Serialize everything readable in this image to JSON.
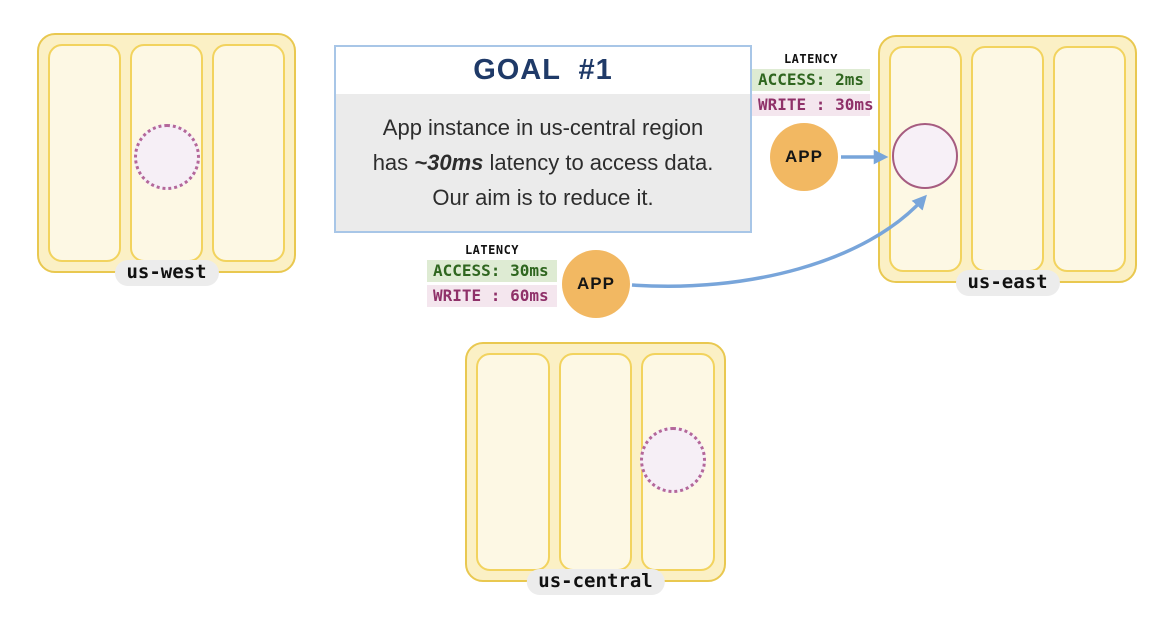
{
  "goal_box": {
    "title": "GOAL  #1",
    "body_line1": "App instance in us-central region",
    "body_line2_prefix": "has ",
    "body_line2_emphasis": "~30ms",
    "body_line2_suffix": " latency to access data.",
    "body_line3": "Our aim is to reduce it."
  },
  "regions": {
    "us_west": {
      "label": "us-west",
      "zone_count": 3,
      "data_marker": "dotted-circle"
    },
    "us_east": {
      "label": "us-east",
      "zone_count": 3,
      "data_marker": "solid-circle"
    },
    "us_central": {
      "label": "us-central",
      "zone_count": 3,
      "data_marker": "dotted-circle"
    }
  },
  "apps": {
    "east": {
      "label": "APP",
      "region": "us-east"
    },
    "central": {
      "label": "APP",
      "region": "us-central"
    }
  },
  "latency_east": {
    "heading": "LATENCY",
    "rows": [
      {
        "kind": "access",
        "text": "ACCESS: 2ms"
      },
      {
        "kind": "write",
        "text": "WRITE : 30ms"
      }
    ]
  },
  "latency_central": {
    "heading": "LATENCY",
    "rows": [
      {
        "kind": "access",
        "text": "ACCESS: 30ms"
      },
      {
        "kind": "write",
        "text": "WRITE : 60ms"
      }
    ]
  },
  "colors": {
    "region_fill": "#FBF0C5",
    "region_border": "#E9C850",
    "zone_fill": "#FDF8E4",
    "zone_border": "#F2D35E",
    "label_pill_bg": "#ECECEC",
    "goal_border": "#A8C6E7",
    "goal_title": "#1F3A68",
    "goal_body_bg": "#EBEBEB",
    "access_badge_bg": "#DEEBD3",
    "access_badge_text": "#2F661F",
    "write_badge_bg": "#F4E6EE",
    "write_badge_text": "#8F3169",
    "app_circle": "#F2B862",
    "arrow": "#78A5DA",
    "data_solid_border": "#A65C80",
    "data_solid_fill": "#F7F0F7",
    "data_dotted_border": "#B4679A",
    "data_dotted_fill": "#F6EFF6"
  }
}
